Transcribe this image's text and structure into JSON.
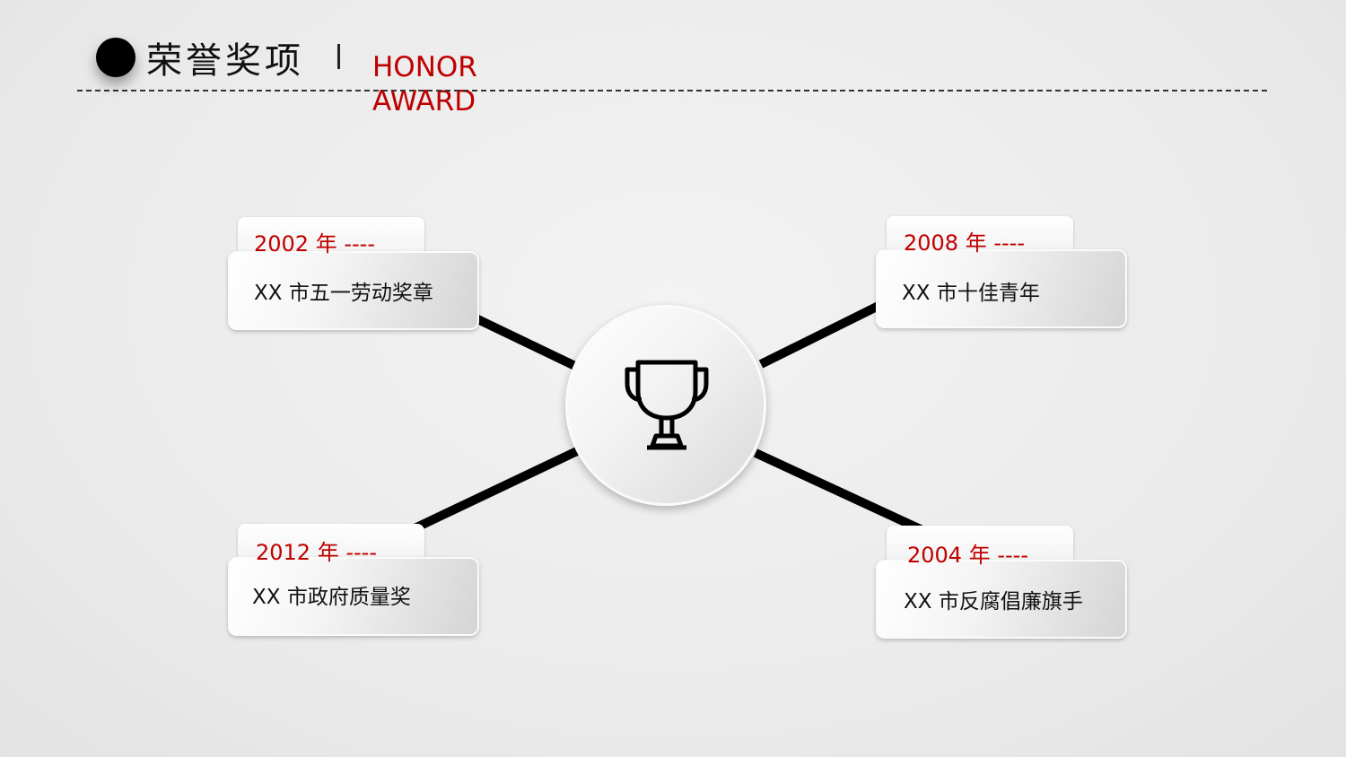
{
  "header": {
    "title_cn": "荣誉奖项",
    "title_en": "HONOR AWARD"
  },
  "hub": {
    "icon": "trophy-icon"
  },
  "awards": [
    {
      "year": "2002 年 ----",
      "title": "XX 市五一劳动奖章"
    },
    {
      "year": "2008 年 ----",
      "title": "XX 市十佳青年"
    },
    {
      "year": "2012 年 ----",
      "title": "XX 市政府质量奖"
    },
    {
      "year": "2004 年 ----",
      "title": "XX 市反腐倡廉旗手"
    }
  ],
  "colors": {
    "accent": "#c00000",
    "line": "#000000"
  }
}
